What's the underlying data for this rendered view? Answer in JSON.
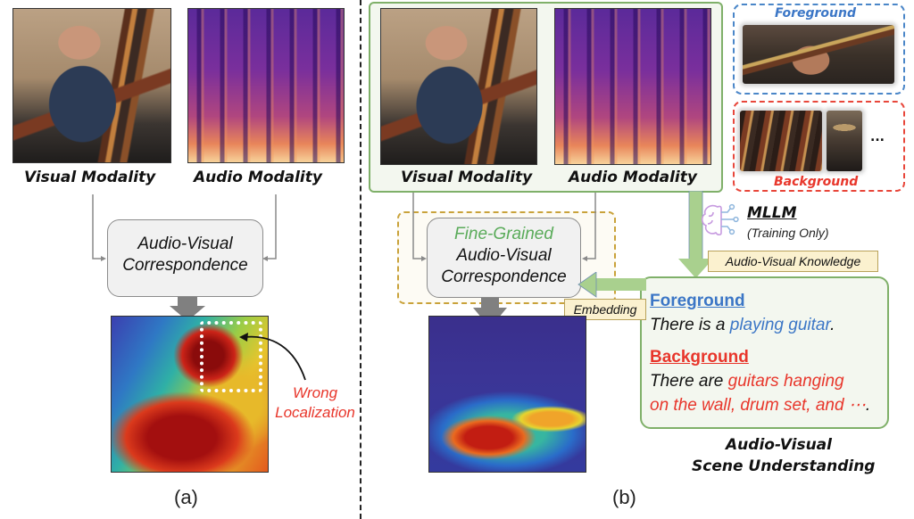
{
  "panel_a": {
    "visual_label": "Visual Modality",
    "audio_label": "Audio Modality",
    "correspondence_line1": "Audio-Visual",
    "correspondence_line2": "Correspondence",
    "annotation_line1": "Wrong",
    "annotation_line2": "Localization",
    "caption": "(a)"
  },
  "panel_b": {
    "visual_label": "Visual Modality",
    "audio_label": "Audio Modality",
    "foreground_title": "Foreground",
    "background_title": "Background",
    "background_ellipsis": "...",
    "mllm_title": "MLLM",
    "mllm_note": "(Training Only)",
    "knowledge_tag": "Audio-Visual Knowledge",
    "embedding_tag": "Embedding",
    "correspondence_line0": "Fine-Grained",
    "correspondence_line1": "Audio-Visual",
    "correspondence_line2": "Correspondence",
    "scene": {
      "fg_heading": "Foreground",
      "fg_prefix": "There is a ",
      "fg_highlight": "playing guitar",
      "fg_suffix": ".",
      "bg_heading": "Background",
      "bg_prefix": "There are ",
      "bg_highlight_line1": "guitars hanging",
      "bg_highlight_line2": "on the wall, drum set, and ⋯",
      "bg_suffix": "."
    },
    "scene_title_line1": "Audio-Visual",
    "scene_title_line2": "Scene Understanding",
    "caption": "(b)"
  },
  "colors": {
    "green_frame": "#7fb069",
    "green_fill": "#f3f7ef",
    "blue_dash": "#4a86c8",
    "red_dash": "#e8463a",
    "gold_dash": "#c9a23a",
    "arrow_gray": "#8a8a8a",
    "highlight_blue": "#3b76c6",
    "highlight_red": "#e8362b",
    "fine_grained_green": "#5aab5a"
  }
}
